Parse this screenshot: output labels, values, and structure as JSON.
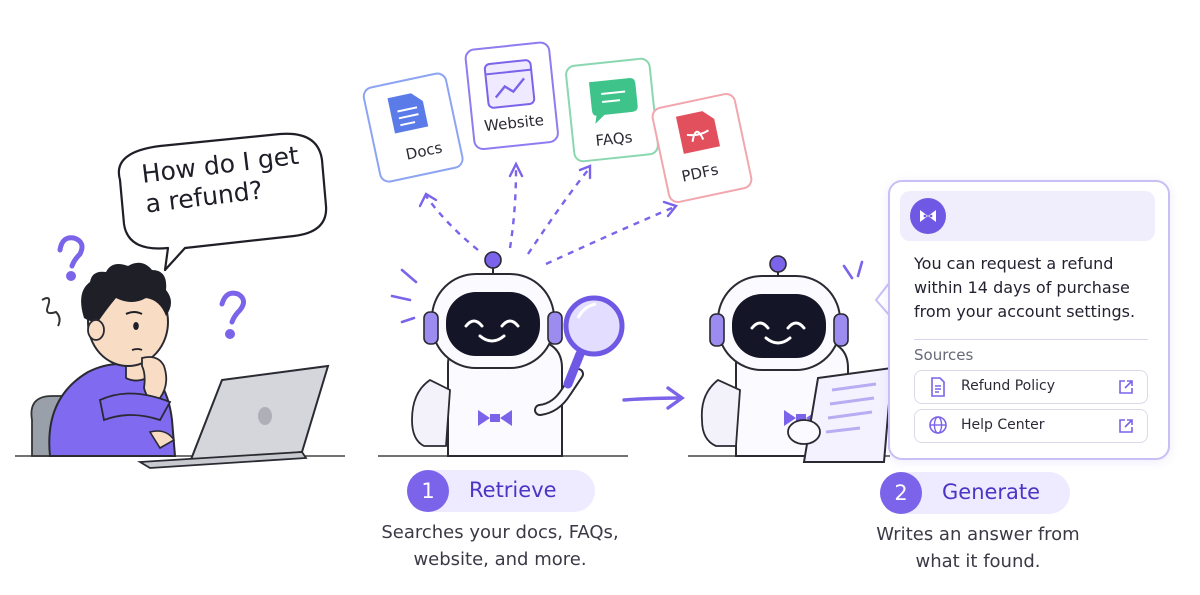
{
  "user": {
    "question": "How do I get a refund?"
  },
  "sources": [
    {
      "label": "Docs",
      "icon": "docs-icon",
      "color": "#5b7be8"
    },
    {
      "label": "Website",
      "icon": "website-icon",
      "color": "#7b63ea"
    },
    {
      "label": "FAQs",
      "icon": "chat-icon",
      "color": "#3ec48a"
    },
    {
      "label": "PDFs",
      "icon": "pdf-icon",
      "color": "#e2505e"
    }
  ],
  "steps": [
    {
      "number": "1",
      "title": "Retrieve",
      "description": "Searches your docs, FAQs, website, and more."
    },
    {
      "number": "2",
      "title": "Generate",
      "description": "Writes an answer from what it found."
    }
  ],
  "answer_card": {
    "answer": "You can request a refund within 14 days of purchase from your account settings.",
    "sources_label": "Sources",
    "sources": [
      {
        "label": "Refund Policy",
        "icon": "document-icon"
      },
      {
        "label": "Help Center",
        "icon": "globe-icon"
      }
    ]
  },
  "colors": {
    "accent": "#7b63ea",
    "accent_light": "#eeeaff",
    "ink": "#1e1e28"
  }
}
